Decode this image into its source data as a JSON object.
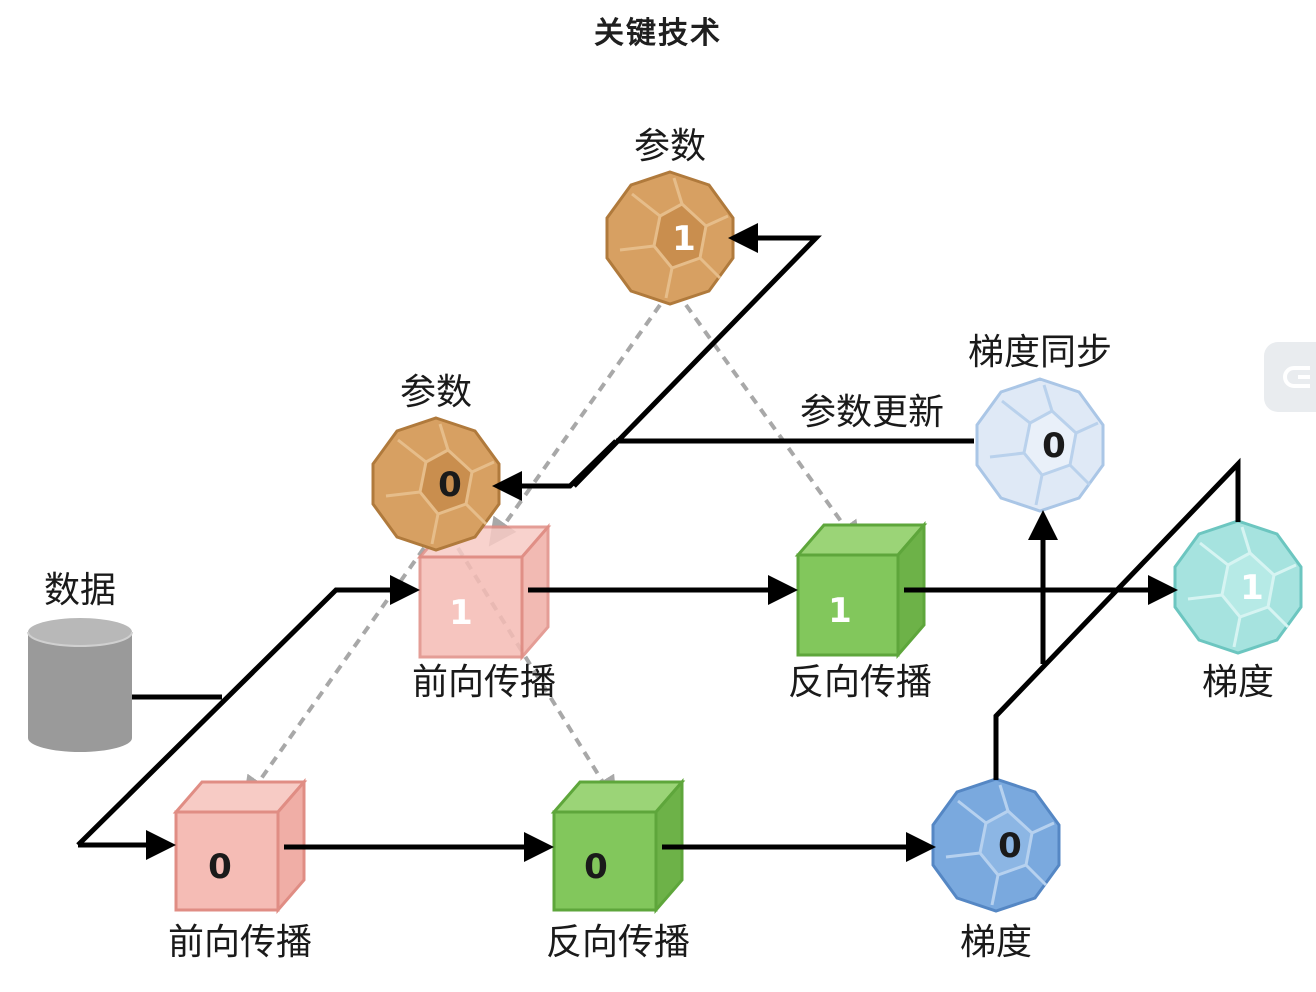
{
  "title": "关键技术",
  "colors": {
    "param": "#d7a062",
    "param_edge": "#b07a3c",
    "forward": "#f3b2ab",
    "forward_edge": "#e08d84",
    "backward": "#7fc65a",
    "backward_edge": "#5ea63b",
    "grad_sync": "#d8e6f5",
    "grad_sync_edge": "#aac6e6",
    "grad_teal": "#9fe0dc",
    "grad_teal_edge": "#6cc6c0",
    "grad_blue": "#7aa9de",
    "grad_blue_edge": "#5587c4",
    "data_store": "#9a9a9a",
    "arrow": "#000000",
    "dashed_arrow": "#a8a8a8"
  },
  "nodes": {
    "param1": {
      "label": "参数",
      "value": "1"
    },
    "param0": {
      "label": "参数",
      "value": "0"
    },
    "grad_sync": {
      "label": "梯度同步",
      "value": "0"
    },
    "param_update": {
      "label": "参数更新"
    },
    "data": {
      "label": "数据"
    },
    "forward1": {
      "label": "前向传播",
      "value": "1"
    },
    "backward1": {
      "label": "反向传播",
      "value": "1"
    },
    "grad1": {
      "label": "梯度",
      "value": "1"
    },
    "forward0": {
      "label": "前向传播",
      "value": "0"
    },
    "backward0": {
      "label": "反向传播",
      "value": "0"
    },
    "grad0": {
      "label": "梯度",
      "value": "0"
    }
  },
  "icons": {
    "side_tab": "collapse-tab-icon"
  }
}
